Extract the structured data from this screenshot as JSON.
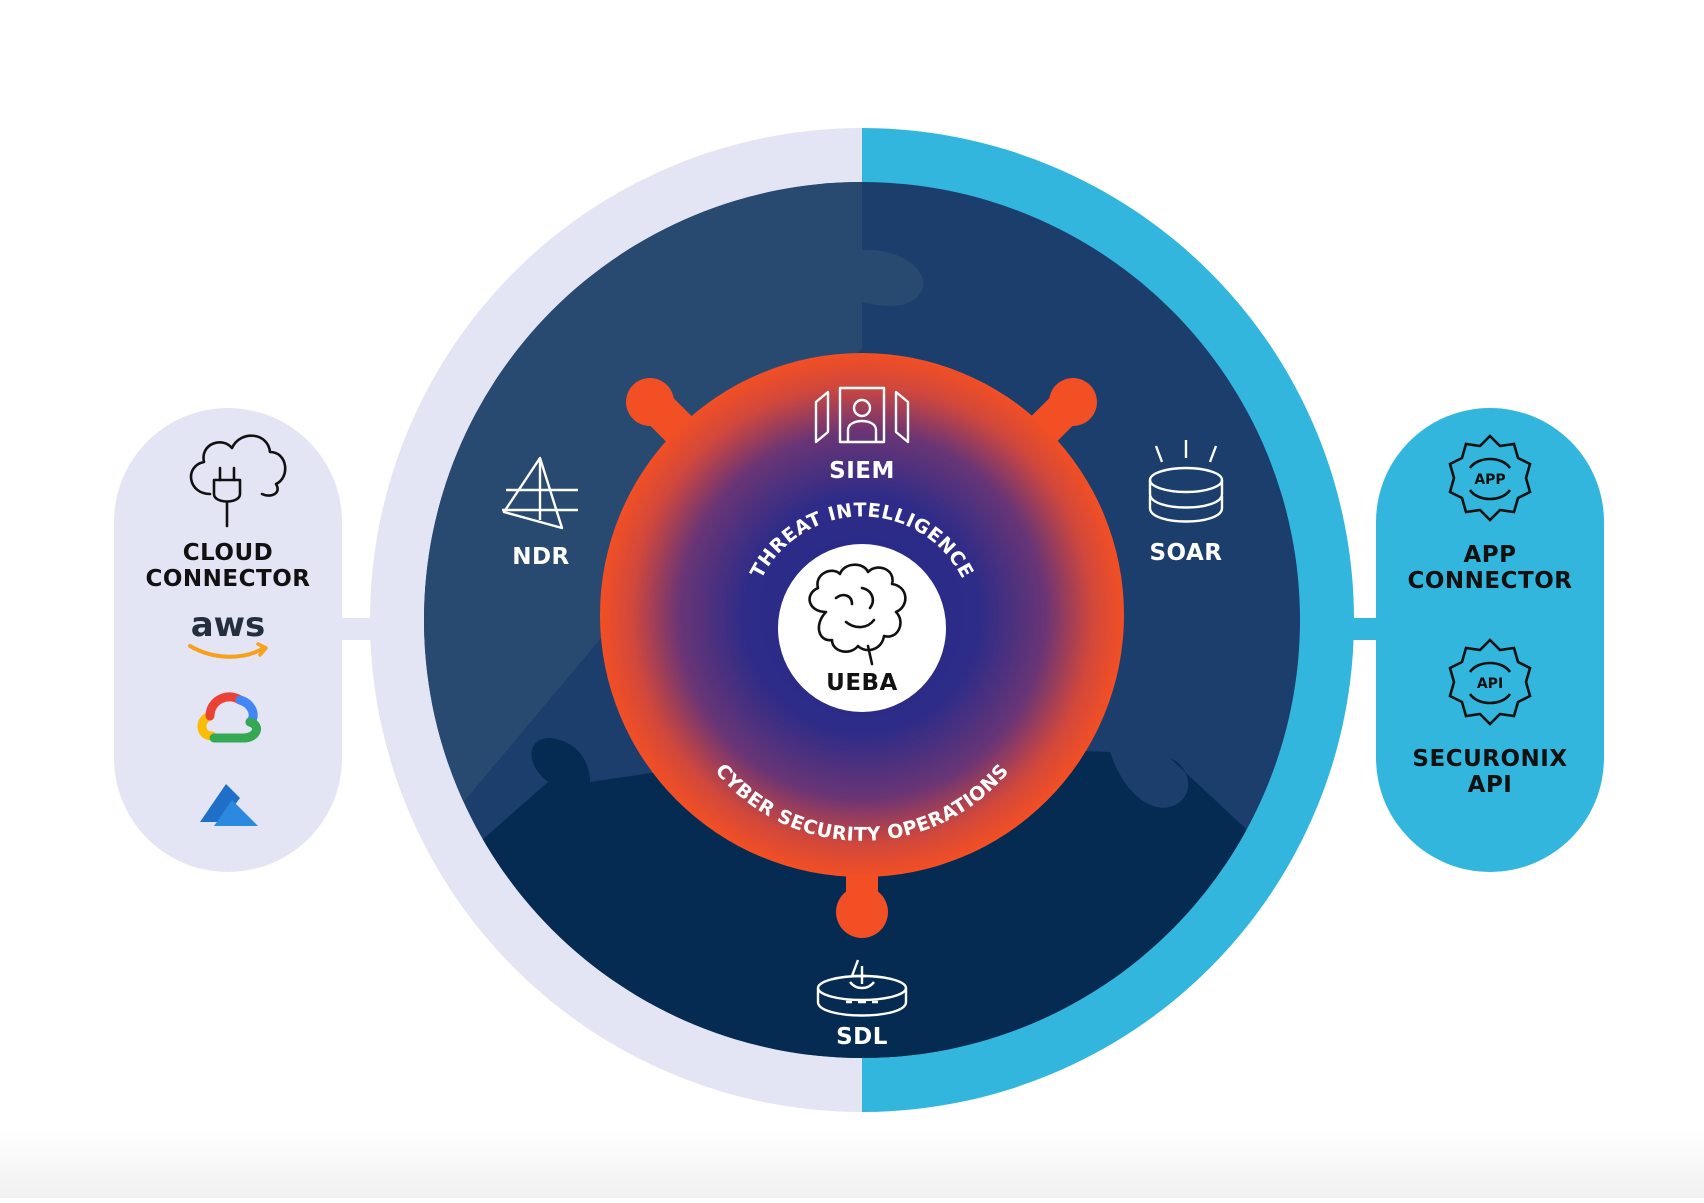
{
  "colors": {
    "lavender": "#e3e5f5",
    "cyan": "#33b6dd",
    "navy_left": "#284a71",
    "navy_right": "#1b3e6c",
    "navy_bottom": "#052b52",
    "orange": "#f24f24",
    "core_purple": "#2b2c86",
    "white": "#ffffff",
    "dark_text": "#111111"
  },
  "left_panel": {
    "title_line1": "CLOUD",
    "title_line2": "CONNECTOR",
    "icon": "cloud-plug-icon",
    "logos": [
      {
        "name": "aws-logo",
        "text": "aws"
      },
      {
        "name": "google-cloud-logo"
      },
      {
        "name": "azure-logo"
      }
    ]
  },
  "right_panel": {
    "app_badge": "APP",
    "app_line1": "APP",
    "app_line2": "CONNECTOR",
    "api_badge": "API",
    "api_line1": "SECURONIX",
    "api_line2": "API"
  },
  "modules": {
    "ndr": "NDR",
    "siem": "SIEM",
    "soar": "SOAR",
    "sdl": "SDL"
  },
  "core": {
    "arc_top": "THREAT INTELLIGENCE",
    "arc_bottom": "CYBER SECURITY OPERATIONS",
    "center": "UEBA",
    "center_icon": "brain-icon"
  }
}
